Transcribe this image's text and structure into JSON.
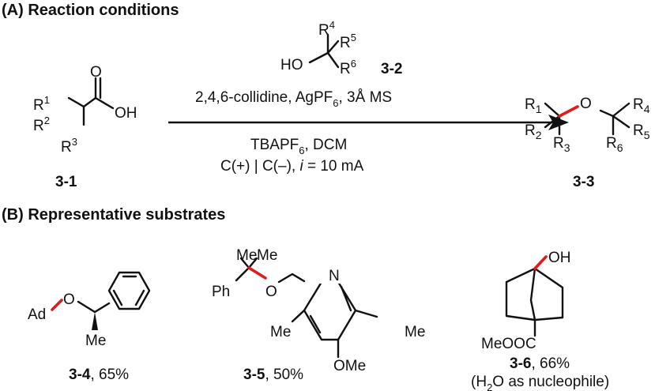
{
  "section_a": {
    "title": "(A) Reaction conditions"
  },
  "section_b": {
    "title": "(B) Representative substrates"
  },
  "reactant": {
    "r1": "R",
    "r1_sup": "1",
    "r2": "R",
    "r2_sup": "2",
    "r3": "R",
    "r3_sup": "3",
    "carbonyl_o": "O",
    "hydroxyl": "OH",
    "compound_label": "3-1"
  },
  "alcohol": {
    "ho": "HO",
    "r4": "R",
    "r4_sup": "4",
    "r5": "R",
    "r5_sup": "5",
    "r6": "R",
    "r6_sup": "6",
    "compound_label": "3-2"
  },
  "conditions": {
    "line1_a": "2,4,6-collidine, AgPF",
    "line1_sub": "6",
    "line1_b": ", 3Å MS",
    "line2_a": "TBAPF",
    "line2_sub": "6",
    "line2_b": ", DCM",
    "line3_a": "C(+) | C(–), ",
    "line3_i": "i",
    "line3_b": " = 10 mA"
  },
  "product": {
    "r1": "R",
    "r1_sub": "1",
    "r2": "R",
    "r2_sub": "2",
    "r3": "R",
    "r3_sub": "3",
    "ether_o": "O",
    "r4": "R",
    "r4_sub": "4",
    "r5": "R",
    "r5_sub": "5",
    "r6": "R",
    "r6_sub": "6",
    "compound_label": "3-3"
  },
  "substrate_1": {
    "ad": "Ad",
    "o": "O",
    "me": "Me",
    "label": "3-4",
    "yield": ", 65%"
  },
  "substrate_2": {
    "me_a": "Me",
    "me_b": "Me",
    "ph": "Ph",
    "o": "O",
    "n": "N",
    "me_c": "Me",
    "me_d": "Me",
    "ome": "OMe",
    "label": "3-5",
    "yield": ", 50%"
  },
  "substrate_3": {
    "oh": "OH",
    "ester": "MeOOC",
    "label": "3-6",
    "yield": ", 66%",
    "note_a": "(H",
    "note_sub": "2",
    "note_b": "O as nucleophile)"
  },
  "colors": {
    "new_bond": "#e01b1b",
    "ink": "#111111"
  }
}
